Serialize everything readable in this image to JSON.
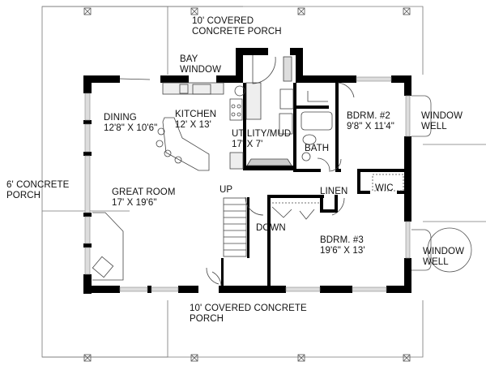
{
  "diagram": {
    "type": "floor-plan",
    "labels": {
      "porch_top": [
        "10' COVERED",
        "CONCRETE PORCH"
      ],
      "porch_left": [
        "6' CONCRETE",
        "PORCH"
      ],
      "porch_bottom": [
        "10' COVERED CONCRETE",
        "PORCH"
      ],
      "bay_window": [
        "BAY",
        "WINDOW"
      ],
      "dining": [
        "DINING",
        "12'8\" X 10'6\""
      ],
      "kitchen": [
        "KITCHEN",
        "12' X 13'"
      ],
      "utility": [
        "UTILITY/MUD",
        "17' X 7'"
      ],
      "bath": "BATH",
      "bdrm2": [
        "BDRM. #2",
        "9'8\" X 11'4\""
      ],
      "window_well_1": [
        "WINDOW",
        "WELL"
      ],
      "great_room": [
        "GREAT ROOM",
        "17' X 19'6\""
      ],
      "up": "UP",
      "down": "DOWN",
      "linen": "LINEN",
      "wic": "WIC",
      "bdrm3": [
        "BDRM. #3",
        "19'6\" X 13'"
      ],
      "window_well_2": [
        "WINDOW",
        "WELL"
      ]
    },
    "colors": {
      "wall": "#000000",
      "line": "#555555",
      "background": "#ffffff"
    }
  }
}
